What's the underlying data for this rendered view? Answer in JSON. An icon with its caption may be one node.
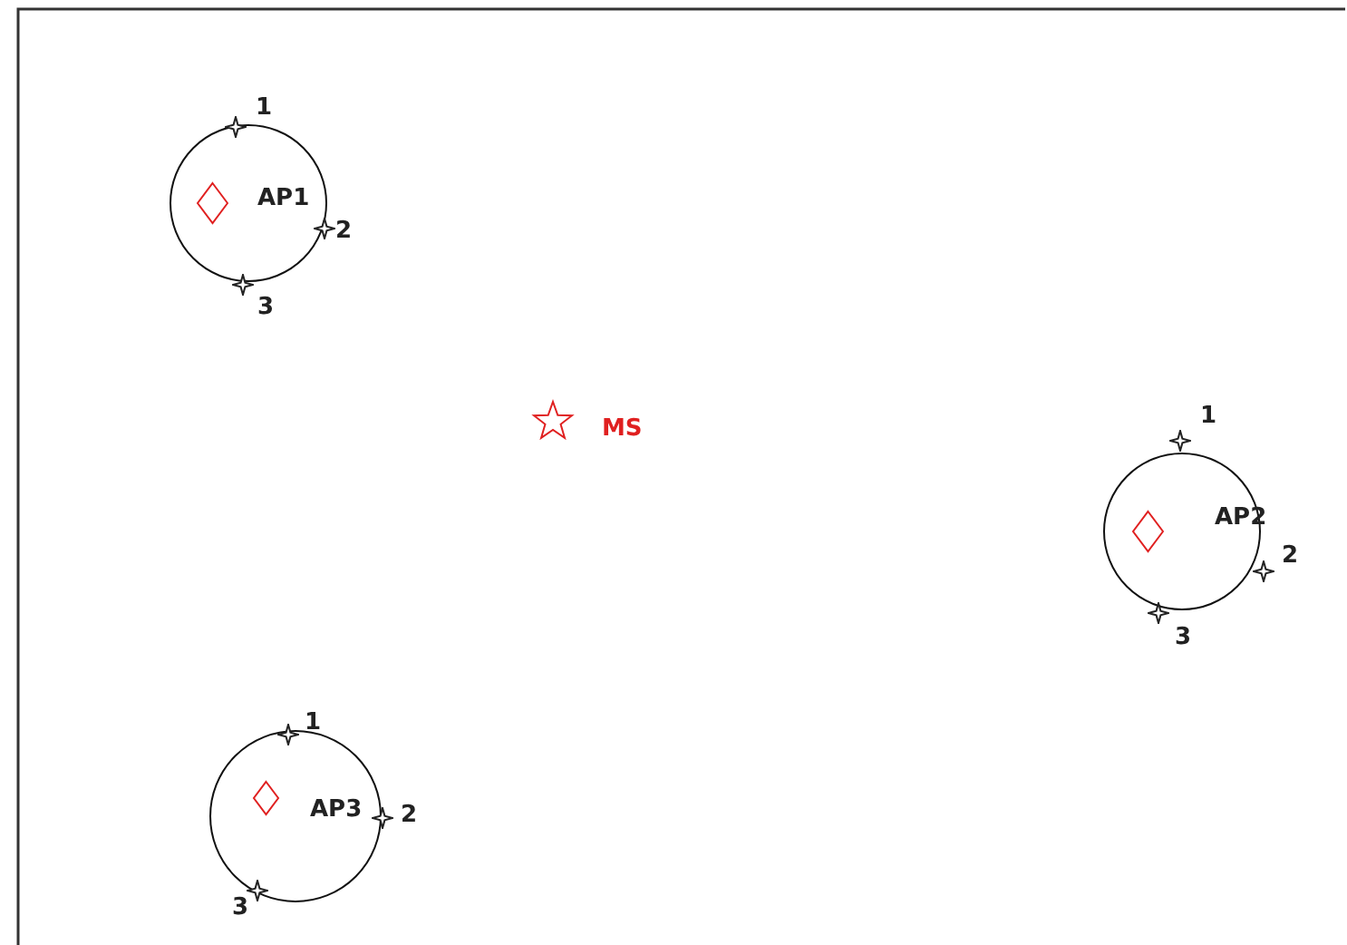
{
  "diagram": {
    "nodes": [
      {
        "text": [
          "AP1"
        ]
      },
      {
        "text": [
          "AP2"
        ]
      },
      {
        "text": [
          "AP3"
        ]
      }
    ],
    "labels": [
      "1",
      "2",
      "3",
      "MS",
      "1",
      "2",
      "3",
      "1",
      "2",
      "3"
    ]
  }
}
